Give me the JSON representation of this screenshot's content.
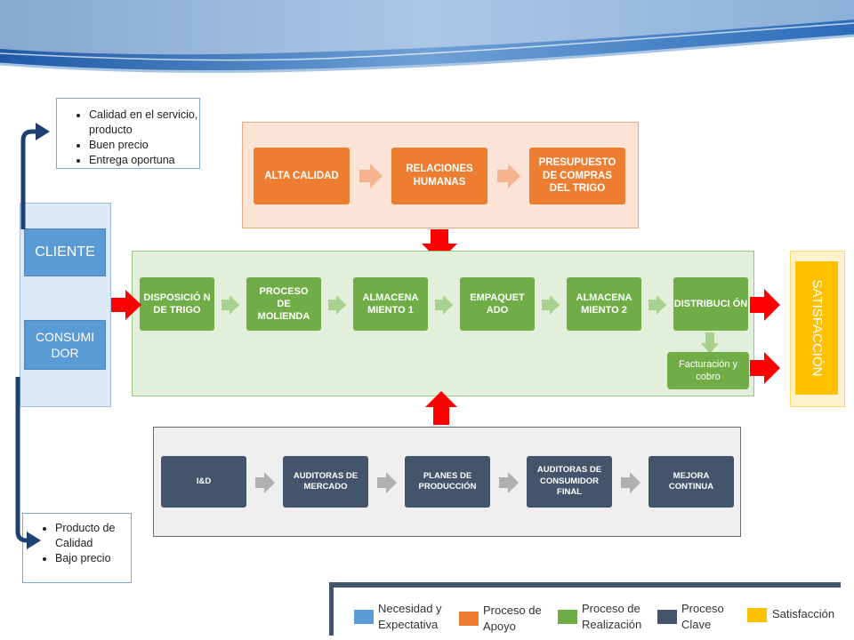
{
  "client_needs": [
    "Calidad en el servicio, producto",
    "Buen precio",
    "Entrega oportuna"
  ],
  "consumer_needs": [
    "Producto de Calidad",
    "Bajo precio"
  ],
  "left_panel": {
    "cliente": "CLIENTE",
    "consumidor": "CONSUMI DOR"
  },
  "support_processes": [
    "ALTA CALIDAD",
    "RELACIONES HUMANAS",
    "PRESUPUESTO DE COMPRAS DEL TRIGO"
  ],
  "realization_processes": [
    "DISPOSICIÓ N DE TRIGO",
    "PROCESO DE MOLIENDA",
    "ALMACENA MIENTO 1",
    "EMPAQUET ADO",
    "ALMACENA MIENTO 2",
    "DISTRIBUCI ÓN"
  ],
  "billing": "Facturación y cobro",
  "key_processes": [
    "I&D",
    "AUDITORAS DE MERCADO",
    "PLANES DE PRODUCCIÓN",
    "AUDITORAS DE CONSUMIDOR FINAL",
    "MEJORA CONTINUA"
  ],
  "satisfaction": "SATISFACCIÓN",
  "legend": {
    "need": "Necesidad y Expectativa",
    "support": "Proceso de Apoyo",
    "realization": "Proceso de Realización",
    "key": "Proceso Clave",
    "satisfaction": "Satisfacción"
  },
  "colors": {
    "need": "#5b9bd5",
    "support": "#ed7d31",
    "realization": "#70ad47",
    "key": "#44546a",
    "satisfaction": "#ffc000",
    "arrow_red": "#ff0000"
  }
}
